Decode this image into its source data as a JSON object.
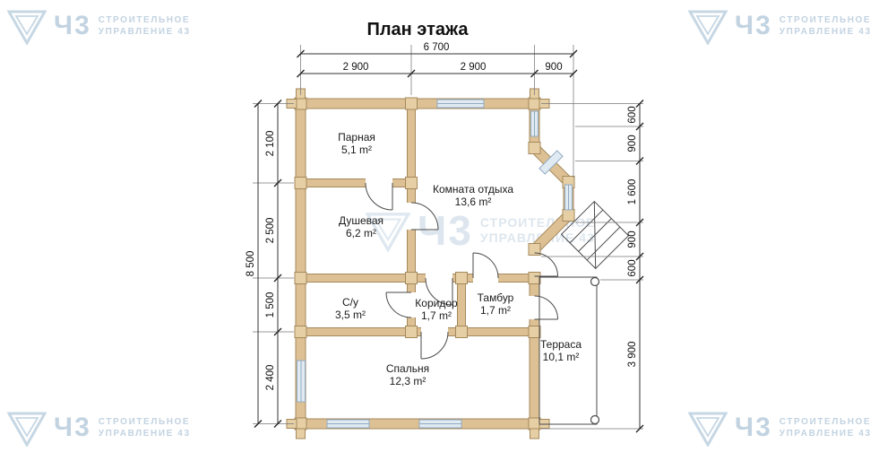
{
  "title": "План этажа",
  "watermark": {
    "logo_text": "Ч3",
    "line1": "СТРОИТЕЛЬНОЕ",
    "line2": "УПРАВЛЕНИЕ 43"
  },
  "rooms": [
    {
      "name": "Парная",
      "area": "5,1 m²"
    },
    {
      "name": "Комната отдыха",
      "area": "13,6 m²"
    },
    {
      "name": "Душевая",
      "area": "6,2 m²"
    },
    {
      "name": "С/у",
      "area": "3,5 m²"
    },
    {
      "name": "Коридор",
      "area": "1,7 m²"
    },
    {
      "name": "Тамбур",
      "area": "1,7 m²"
    },
    {
      "name": "Спальня",
      "area": "12,3 m²"
    },
    {
      "name": "Терраса",
      "area": "10,1 m²"
    }
  ],
  "dims": {
    "top_total": "6 700",
    "top_segments": [
      "2 900",
      "2 900",
      "900"
    ],
    "left_total": "8 500",
    "left_segments": [
      "2 100",
      "2 500",
      "1 500",
      "2 400"
    ],
    "right_segments": [
      "600",
      "900",
      "1 600",
      "900",
      "600",
      "3 900"
    ]
  },
  "colors": {
    "wall_fill": "#ddc194",
    "wall_stroke": "#a5895c",
    "watermark": "#c2d3e1",
    "line": "#4a4a4a",
    "window": "#dfeaf3"
  }
}
